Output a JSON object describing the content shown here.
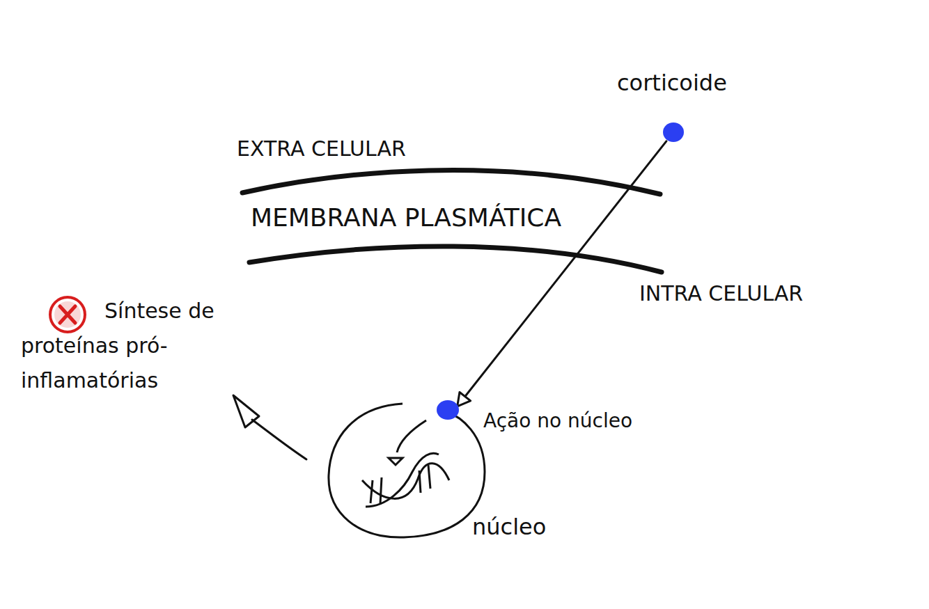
{
  "diagram": {
    "nodes": [
      {
        "text": [
          "corticoide"
        ]
      },
      {
        "text": [
          "MEMBRANA PLASMÁTICA"
        ]
      },
      {
        "text": [
          "núcleo"
        ]
      }
    ],
    "edges": [
      {
        "from": 0,
        "to": 2,
        "arrow": "to"
      }
    ],
    "labels": [
      "EXTRA CELULAR",
      "INTRA CELULAR",
      "Ação no núcleo",
      "Síntese de proteínas pró-inflamatórias"
    ]
  }
}
